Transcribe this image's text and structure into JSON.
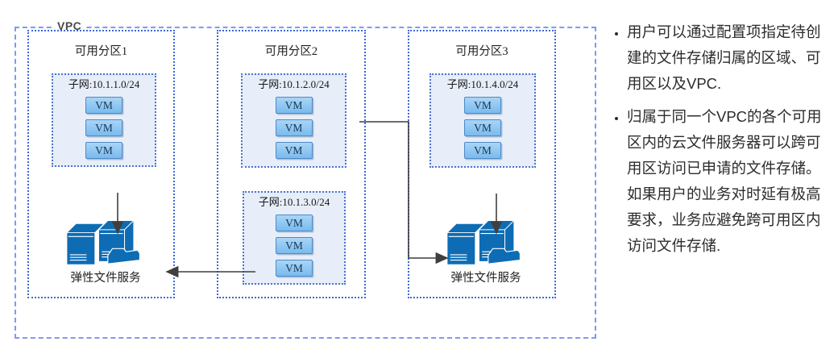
{
  "diagram": {
    "vpc_label": "VPC",
    "zones": [
      {
        "title": "可用分区1",
        "subnets": [
          {
            "label": "子网:10.1.1.0/24",
            "vms": [
              "VM",
              "VM",
              "VM"
            ]
          }
        ],
        "storage_label": "弹性文件服务"
      },
      {
        "title": "可用分区2",
        "subnets": [
          {
            "label": "子网:10.1.2.0/24",
            "vms": [
              "VM",
              "VM",
              "VM"
            ]
          },
          {
            "label": "子网:10.1.3.0/24",
            "vms": [
              "VM",
              "VM",
              "VM"
            ]
          }
        ]
      },
      {
        "title": "可用分区3",
        "subnets": [
          {
            "label": "子网:10.1.4.0/24",
            "vms": [
              "VM",
              "VM",
              "VM"
            ]
          }
        ],
        "storage_label": "弹性文件服务"
      }
    ]
  },
  "notes": {
    "items": [
      "用户可以通过配置项指定待创建的文件存储归属的区域、可用区以及VPC.",
      "归属于同一个VPC的各个可用区内的云文件服务器可以跨可用区访问已申请的文件存储。如果用户的业务对时延有极高要求，业务应避免跨可用区内访问文件存储."
    ]
  },
  "colors": {
    "vpc_border": "#7d9bee",
    "zone_border": "#3e68d8",
    "subnet_border": "#4a74d0",
    "subnet_fill": "#e7eef9",
    "vm_fill": "#8cc6f0",
    "storage_blue": "#0d6cb4",
    "arrow": "#3f3f3f"
  }
}
